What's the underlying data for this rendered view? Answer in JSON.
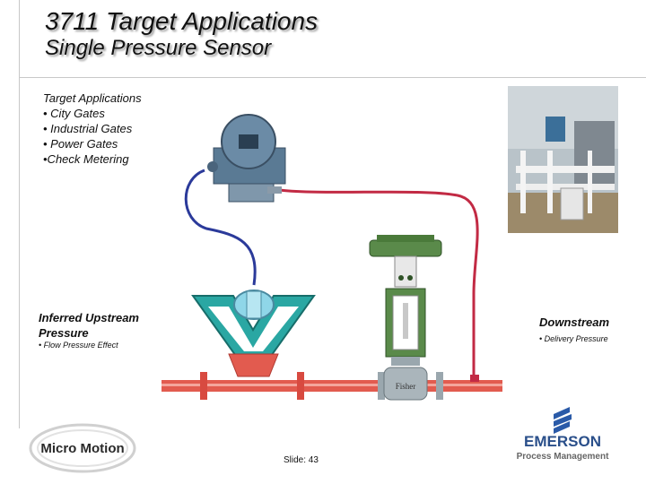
{
  "title": "3711 Target Applications",
  "subtitle": "Single Pressure Sensor",
  "applications": {
    "heading": "Target Applications",
    "items": [
      "• City Gates",
      "• Industrial Gates",
      "• Power Gates",
      "•Check Metering"
    ]
  },
  "labels": {
    "upstream_line1": "Inferred Upstream",
    "upstream_line2": "Pressure",
    "upstream_note": "• Flow Pressure Effect",
    "downstream": "Downstream",
    "downstream_note": "• Delivery Pressure"
  },
  "valve_brand": "Fisher",
  "slide_number": "Slide: 43",
  "logos": {
    "left": "Micro Motion",
    "right_brand": "EMERSON",
    "right_sub": "Process Management"
  },
  "colors": {
    "pipe": "#e25b4f",
    "cable_blue": "#2b3a9a",
    "cable_red": "#c22a44",
    "flow_tube": "#2aa7a3",
    "valve_green": "#5a8a4a",
    "transmitter": "#5a7a94"
  }
}
